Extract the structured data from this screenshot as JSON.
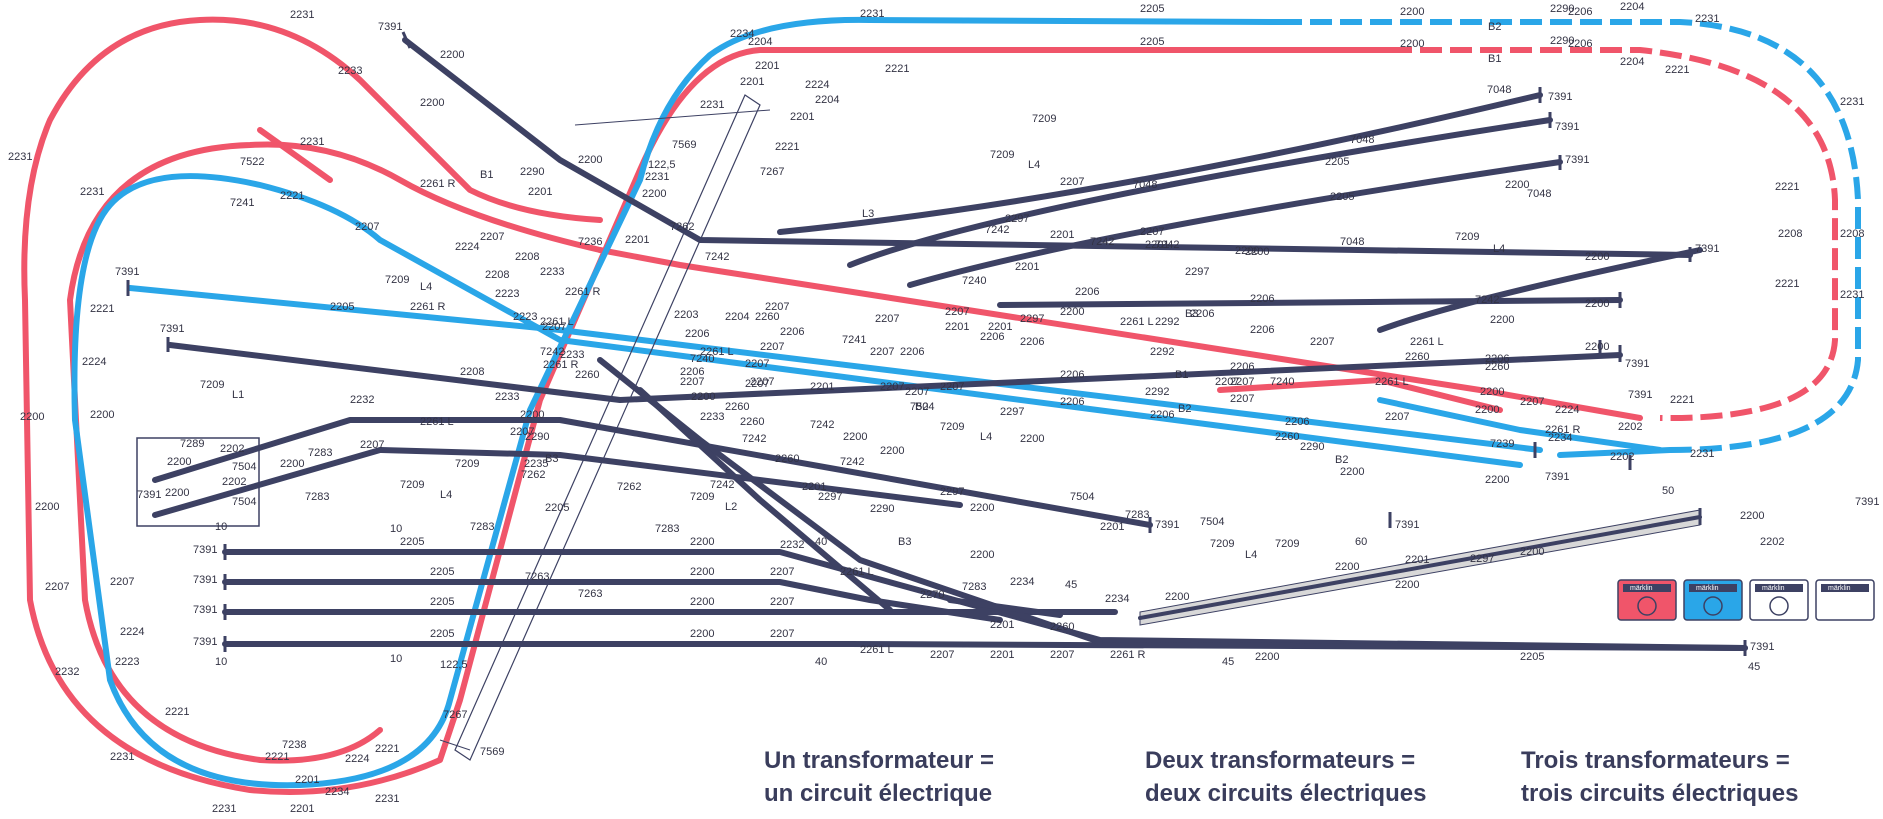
{
  "diagram": {
    "track_labels": [
      "2231",
      "2233",
      "2200",
      "2234",
      "2201",
      "2204",
      "2221",
      "2205",
      "2206",
      "2208",
      "2207",
      "2224",
      "2223",
      "2232",
      "2202",
      "2290",
      "2260",
      "2261 R",
      "2261 L",
      "2297",
      "2270",
      "2235",
      "7391",
      "7209",
      "7242",
      "7240",
      "7236",
      "7262",
      "7263",
      "7267",
      "7569",
      "7239",
      "7504",
      "7289",
      "7522",
      "7241",
      "7238",
      "7048",
      "7283",
      "122,5",
      "10",
      "40",
      "45",
      "50",
      "60"
    ],
    "signal_labels": [
      "L1",
      "L2",
      "L3",
      "L4",
      "B1",
      "B2",
      "B3"
    ],
    "circuit_colors": {
      "red": "#f0556a",
      "blue": "#2aa6e8",
      "navy": "#3d4163"
    }
  },
  "captions": {
    "c1_line1": "Un transformateur =",
    "c1_line2": "un circuit électrique",
    "c2_line1": "Deux transformateurs =",
    "c2_line2": "deux circuits électriques",
    "c3_line1": "Trois transformateurs =",
    "c3_line2": "trois circuits électriques"
  },
  "transformers": {
    "brand": "märklin",
    "units": [
      {
        "color": "#f0556a"
      },
      {
        "color": "#2aa6e8"
      },
      {
        "color": "#ffffff"
      },
      {
        "color": "#ffffff"
      }
    ]
  }
}
